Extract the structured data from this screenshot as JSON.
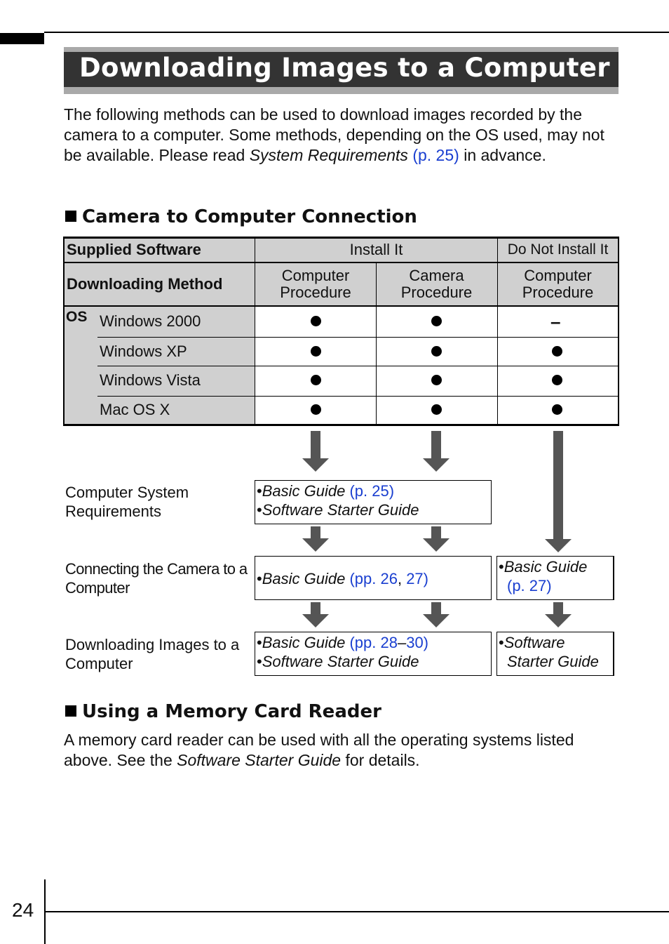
{
  "title": "Downloading Images to a Computer",
  "intro": {
    "text1": "The following methods can be used to download images recorded by the camera to a computer. Some methods, depending on the OS used, may not be available. Please read ",
    "italic": "System Requirements",
    "link": "(p. 25)",
    "text2": " in advance."
  },
  "section1": {
    "heading": "Camera to Computer Connection"
  },
  "table": {
    "supplied_software_label": "Supplied Software",
    "install_it": "Install It",
    "do_not_install_it": "Do Not Install It",
    "downloading_method_label": "Downloading Method",
    "col1": "Computer Procedure",
    "col2": "Camera Procedure",
    "col3": "Computer Procedure",
    "os_label": "OS",
    "rows": [
      {
        "os": "Windows 2000",
        "values": [
          "●",
          "●",
          "–"
        ]
      },
      {
        "os": "Windows XP",
        "values": [
          "●",
          "●",
          "●"
        ]
      },
      {
        "os": "Windows Vista",
        "values": [
          "●",
          "●",
          "●"
        ]
      },
      {
        "os": "Mac OS X",
        "values": [
          "●",
          "●",
          "●"
        ]
      }
    ]
  },
  "flow": {
    "req_label": "Computer System Requirements",
    "connect_label": "Connecting the Camera to a Computer",
    "download_label": "Downloading Images to a Computer",
    "bullet": "•",
    "req_box": {
      "line1_italic": "Basic Guide",
      "line1_link": "(p. 25)",
      "line2_italic": "Software Starter Guide"
    },
    "connect_box": {
      "italic": "Basic Guide",
      "link_a": "(pp. 26",
      "sep": ", ",
      "link_b": "27)"
    },
    "connect_box_right": {
      "italic": "Basic Guide",
      "link": "(p. 27)"
    },
    "download_box": {
      "italic": "Basic Guide",
      "link_a": "(pp. 28",
      "dash": "–",
      "link_b": "30)",
      "line2_italic": "Software Starter Guide"
    },
    "download_box_right": {
      "italic_1": "Software",
      "italic_2": "Starter Guide"
    }
  },
  "section2": {
    "heading": "Using a Memory Card Reader",
    "text1": "A memory card reader can be used with all the operating systems listed above. See the ",
    "italic": "Software Starter Guide",
    "text2": " for details."
  },
  "page_number": "24"
}
